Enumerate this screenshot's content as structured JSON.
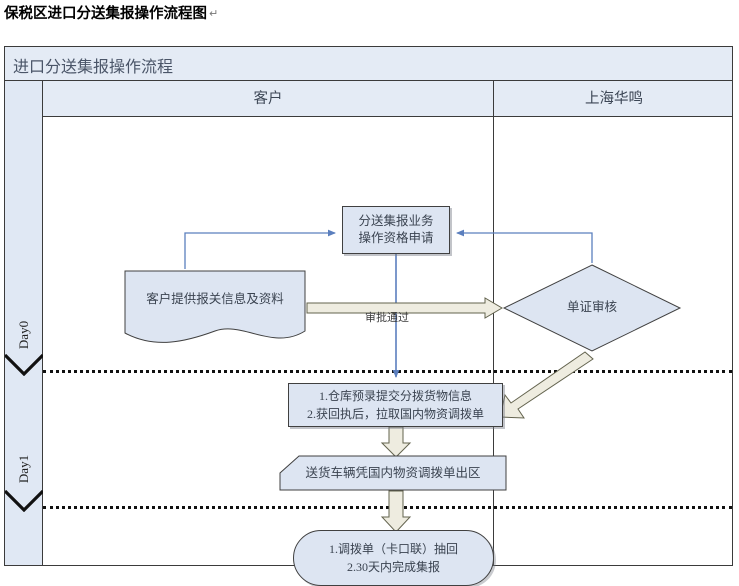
{
  "document": {
    "title": "保税区进口分送集报操作流程图",
    "pilcrow": "↵"
  },
  "chart": {
    "title": "进口分送集报操作流程",
    "lanes": [
      {
        "id": "customer",
        "label": "客户"
      },
      {
        "id": "huaming",
        "label": "上海华鸣"
      }
    ],
    "time_column": {
      "labels": [
        {
          "id": "day0",
          "text": "Day0"
        },
        {
          "id": "day1",
          "text": "Day1"
        }
      ]
    },
    "nodes": [
      {
        "id": "qualification",
        "shape": "rectangle",
        "text": "分送集报业务\n操作资格申请"
      },
      {
        "id": "customer-docs",
        "shape": "document",
        "text": "客户提供报关信息及资料"
      },
      {
        "id": "review",
        "shape": "diamond",
        "text": "单证审核"
      },
      {
        "id": "warehouse",
        "shape": "rectangle",
        "text": "1.仓库预录提交分拨货物信息\n2.获回执后，拉取国内物资调拨单"
      },
      {
        "id": "delivery",
        "shape": "cut-corner",
        "text": "送货车辆凭国内物资调拨单出区"
      },
      {
        "id": "recall",
        "shape": "rounded",
        "text": "1.调拨单（卡口联）抽回\n2.30天内完成集报"
      }
    ],
    "edge_labels": [
      {
        "id": "approved",
        "text": "审批通过"
      }
    ],
    "colors": {
      "shape_fill": "#dde5f2",
      "band_fill": "#e4ebf5",
      "lane_fill": "#e0e8f4",
      "shape_stroke": "#404040",
      "frame_stroke": "#3b3b3b",
      "blue_connector": "#5b7fbe",
      "block_arrow_fill": "#e8e6d6",
      "block_arrow_stroke": "#6b6b52",
      "text": "#3a4350"
    }
  }
}
